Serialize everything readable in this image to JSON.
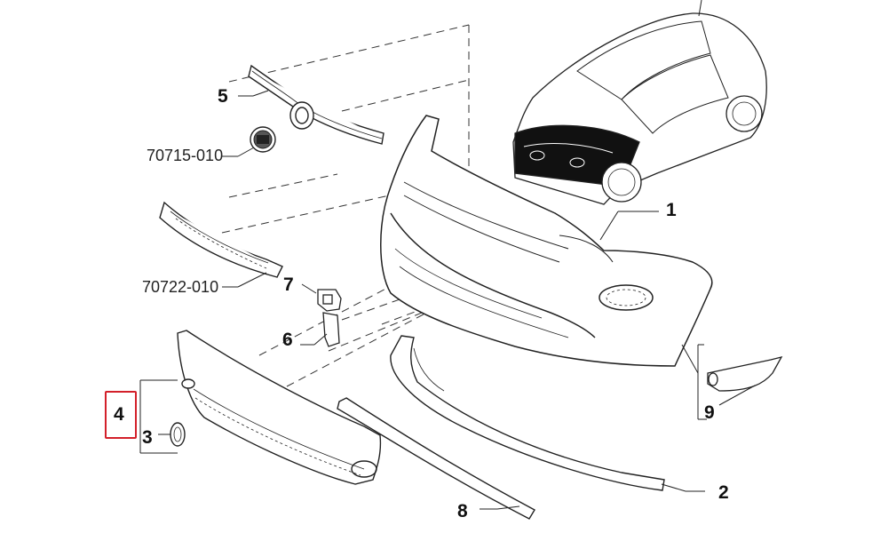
{
  "labels": {
    "p1": "1",
    "p2": "2",
    "p3": "3",
    "p4": "4",
    "p5": "5",
    "p6": "6",
    "p7": "7",
    "p8": "8",
    "p9": "9",
    "emblem_code": "70715-010",
    "grille_code": "70722-010"
  },
  "colors": {
    "highlight": "#d3202a",
    "line": "#222222",
    "car_front": "#111111"
  }
}
